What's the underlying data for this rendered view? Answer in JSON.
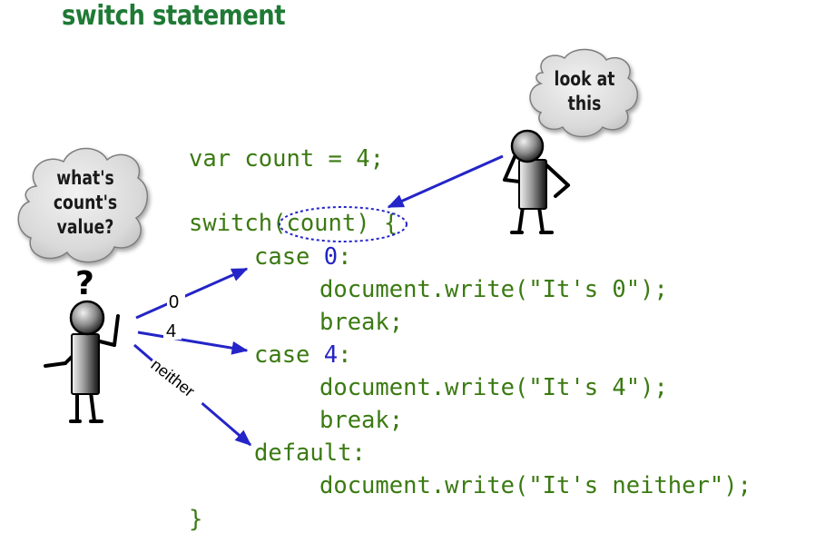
{
  "title": "switch statement",
  "code": {
    "line1": "var count = 4;",
    "switch_kw": "switch",
    "switch_arg": "(count)",
    "switch_open": " {",
    "case0_kw": "case ",
    "case0_value": "0",
    "case0_colon": ":",
    "write0": "document.write(\"It's 0\");",
    "break1": "break;",
    "case4_kw": "case ",
    "case4_value": "4",
    "case4_colon": ":",
    "write4": "document.write(\"It's 4\");",
    "break2": "break;",
    "default": "default:",
    "write_neither": "document.write(\"It's neither\");",
    "close": "}"
  },
  "bubbles": {
    "left_line1": "what's",
    "left_line2": "count's",
    "left_line3": "value?",
    "right_line1": "look at",
    "right_line2": "this"
  },
  "question_mark": "?",
  "arrows": {
    "label_0": "0",
    "label_4": "4",
    "label_neither": "neither"
  },
  "colors": {
    "title": "#1f7a35",
    "code": "#3b7a12",
    "number": "#2323c4",
    "arrow": "#2424c8"
  }
}
